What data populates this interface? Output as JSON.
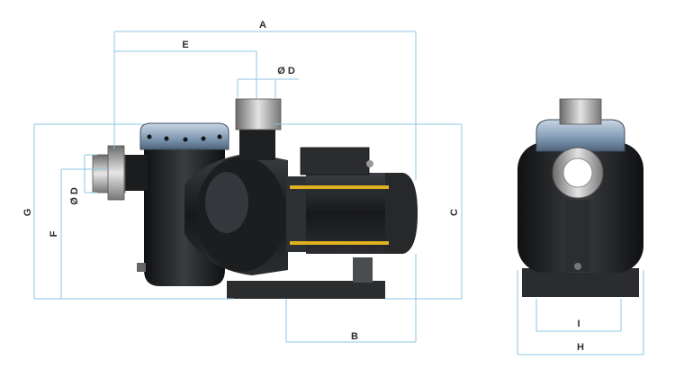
{
  "dimensions": {
    "a": "A",
    "e": "E",
    "d_top": "Ø D",
    "g": "G",
    "f": "F",
    "d_side": "Ø D",
    "c": "C",
    "b": "B",
    "i": "I",
    "h": "H"
  },
  "colors": {
    "dimension_line": "#8ec7e6",
    "pump_body": "#1d1f21",
    "lid": "#7e97b2",
    "motor_band": "#e0b020",
    "metal": "#b5b5b5"
  }
}
